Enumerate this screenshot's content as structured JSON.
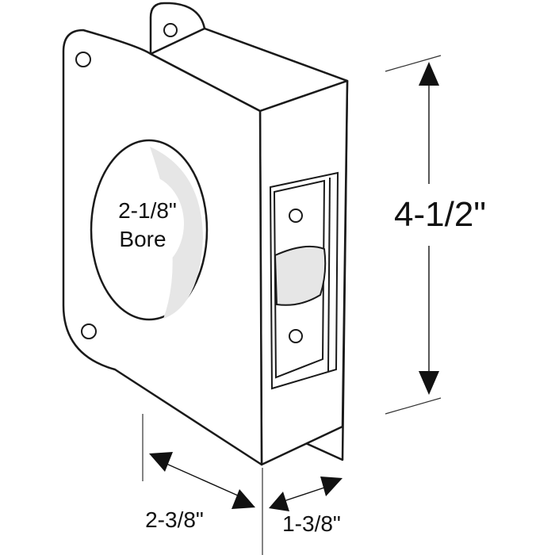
{
  "labels": {
    "bore_size": "2-1/8\"",
    "bore_word": "Bore",
    "height": "4-1/2\"",
    "width": "2-3/8\"",
    "depth": "1-3/8\""
  },
  "colors": {
    "outline": "#1a1a1a",
    "fill": "#ffffff",
    "shadow": "#e6e6e6"
  }
}
